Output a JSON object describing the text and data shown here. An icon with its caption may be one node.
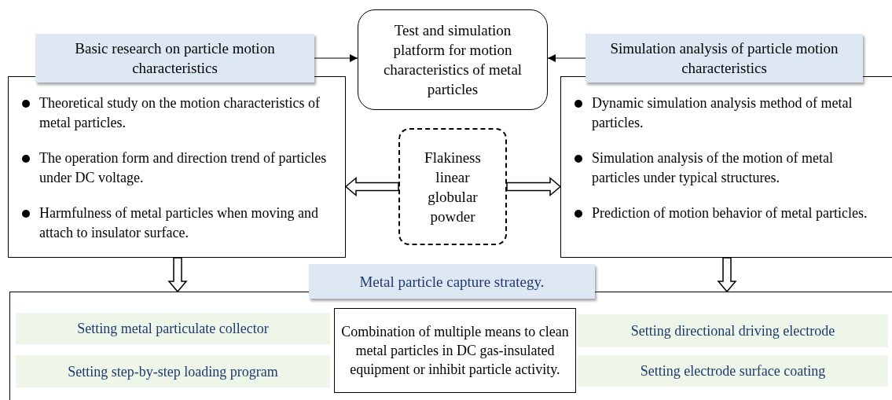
{
  "diagram": {
    "nodes": [
      {
        "text": [
          "Basic research on particle motion characteristics",
          "Theoretical study on the motion characteristics of metal particles.",
          "The operation form and direction trend of particles under DC voltage.",
          "Harmfulness of metal particles when moving and attach to insulator surface."
        ]
      },
      {
        "text": [
          "Test and simulation platform for motion characteristics of metal particles"
        ]
      },
      {
        "text": [
          "Simulation analysis of particle motion characteristics",
          "Dynamic simulation analysis method of metal particles.",
          "Simulation analysis of the motion of metal particles under typical structures.",
          "Prediction of motion behavior of metal particles."
        ]
      },
      {
        "text": [
          "Flakiness linear globular powder"
        ]
      },
      {
        "text": [
          "Metal particle capture strategy."
        ]
      },
      {
        "text": [
          "Setting metal particulate collector"
        ],
        "in": 4
      },
      {
        "text": [
          "Setting step-by-step loading program"
        ],
        "in": 4
      },
      {
        "text": [
          "Combination of multiple means to clean metal particles in DC gas-insulated equipment or inhibit particle activity."
        ],
        "in": 4
      },
      {
        "text": [
          "Setting directional driving electrode"
        ],
        "in": 4
      },
      {
        "text": [
          "Setting electrode surface coating"
        ],
        "in": 4
      }
    ],
    "edges": [
      {
        "from": 0,
        "to": 1,
        "arrow": "to"
      },
      {
        "from": 2,
        "to": 1,
        "arrow": "to"
      },
      {
        "from": 3,
        "to": 0,
        "arrow": "to",
        "style": "thick"
      },
      {
        "from": 3,
        "to": 2,
        "arrow": "to",
        "style": "thick"
      },
      {
        "from": 0,
        "to": 4,
        "arrow": "to",
        "style": "thick"
      },
      {
        "from": 2,
        "to": 4,
        "arrow": "to",
        "style": "thick"
      }
    ]
  }
}
